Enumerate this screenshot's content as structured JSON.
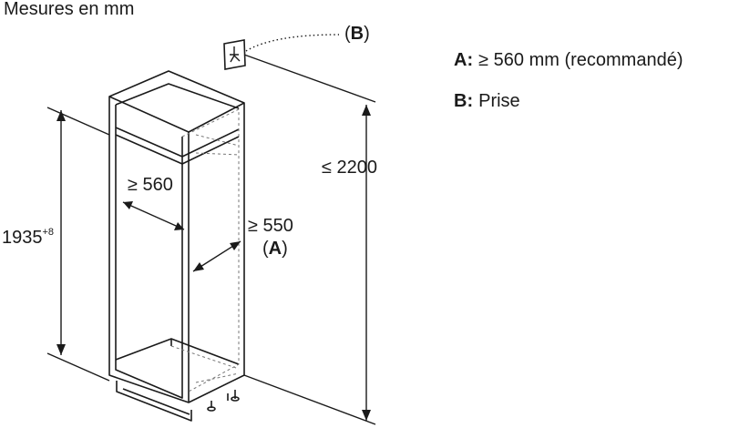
{
  "caption": "Mesures en mm",
  "dims": {
    "width_min": "≥ 560",
    "depth_min": "≥ 550",
    "depth_ref": "A",
    "height_total": "≤ 2200",
    "niche_height": "1935",
    "niche_height_tol": "+8"
  },
  "outlet_ref": "B",
  "legend": [
    {
      "key": "A:",
      "text": "≥ 560 mm (recommandé)"
    },
    {
      "key": "B:",
      "text": "Prise"
    }
  ],
  "icons": {
    "outlet": "power-outlet-icon"
  },
  "colors": {
    "line": "#1a1a1a",
    "dashed": "#777777"
  }
}
